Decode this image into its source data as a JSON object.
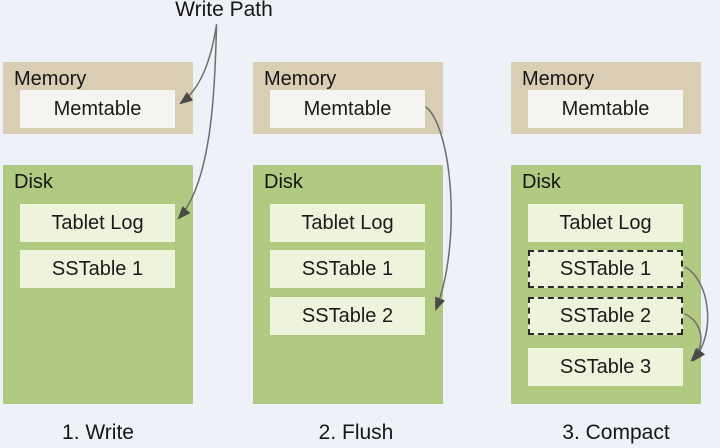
{
  "write_path_label": "Write Path",
  "colors": {
    "background": "#eef1f7",
    "memory_fill": "#d9ceb4",
    "memory_item_fill": "#f4f4f0",
    "disk_fill": "#b1ca81",
    "disk_item_fill": "#eef3dc",
    "dashed_border": "#2a2a2a",
    "arrow": "#6e6e6e",
    "text": "#1a1a1a"
  },
  "panels": [
    {
      "caption": "1. Write",
      "memory": {
        "label": "Memory",
        "items": [
          "Memtable"
        ]
      },
      "disk": {
        "label": "Disk",
        "items": [
          {
            "label": "Tablet Log",
            "border": "solid"
          },
          {
            "label": "SSTable 1",
            "border": "solid"
          }
        ]
      }
    },
    {
      "caption": "2. Flush",
      "memory": {
        "label": "Memory",
        "items": [
          "Memtable"
        ]
      },
      "disk": {
        "label": "Disk",
        "items": [
          {
            "label": "Tablet Log",
            "border": "solid"
          },
          {
            "label": "SSTable 1",
            "border": "solid"
          },
          {
            "label": "SSTable 2",
            "border": "solid"
          }
        ]
      }
    },
    {
      "caption": "3. Compact",
      "memory": {
        "label": "Memory",
        "items": [
          "Memtable"
        ]
      },
      "disk": {
        "label": "Disk",
        "items": [
          {
            "label": "Tablet Log",
            "border": "solid"
          },
          {
            "label": "SSTable 1",
            "border": "dashed"
          },
          {
            "label": "SSTable 2",
            "border": "dashed"
          },
          {
            "label": "SSTable 3",
            "border": "solid"
          }
        ]
      }
    }
  ],
  "arrows": [
    {
      "id": "write-path-to-memtable",
      "from": "write-path-label",
      "to": "panel-1 Memtable"
    },
    {
      "id": "write-path-to-tablet-log",
      "from": "write-path-label",
      "to": "panel-1 Tablet Log"
    },
    {
      "id": "memtable-to-sstable-2",
      "from": "panel-2 Memtable",
      "to": "panel-2 SSTable 2"
    },
    {
      "id": "sstable-1-to-sstable-3",
      "from": "panel-3 SSTable 1",
      "to": "panel-3 SSTable 3"
    },
    {
      "id": "sstable-2-to-sstable-3",
      "from": "panel-3 SSTable 2",
      "to": "panel-3 SSTable 3"
    }
  ]
}
